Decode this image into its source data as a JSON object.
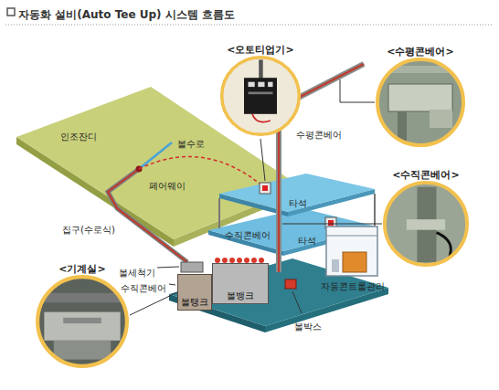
{
  "diagram": {
    "title": "자동화 설비(Auto Tee Up) 시스템 흐름도",
    "nodes": [
      {
        "text": [
          "<오토티업기>"
        ]
      },
      {
        "text": [
          "<수평콘베어>"
        ]
      },
      {
        "text": [
          "<수직콘베어>"
        ]
      },
      {
        "text": [
          "<기계실>"
        ]
      },
      {
        "text": [
          "볼뱅크"
        ]
      },
      {
        "text": [
          "볼탱크"
        ]
      },
      {
        "text": [
          "자동콘트롤관리"
        ]
      }
    ],
    "edges": [
      {
        "from": 3,
        "to": 5,
        "arrow": "none"
      }
    ],
    "labels": [
      "인조잔디",
      "볼수로",
      "페어웨이",
      "집구(수로식)",
      "수평콘베어",
      "타석",
      "수직콘베어",
      "타석",
      "볼세척기",
      "수직콘베어",
      "볼박스"
    ]
  }
}
